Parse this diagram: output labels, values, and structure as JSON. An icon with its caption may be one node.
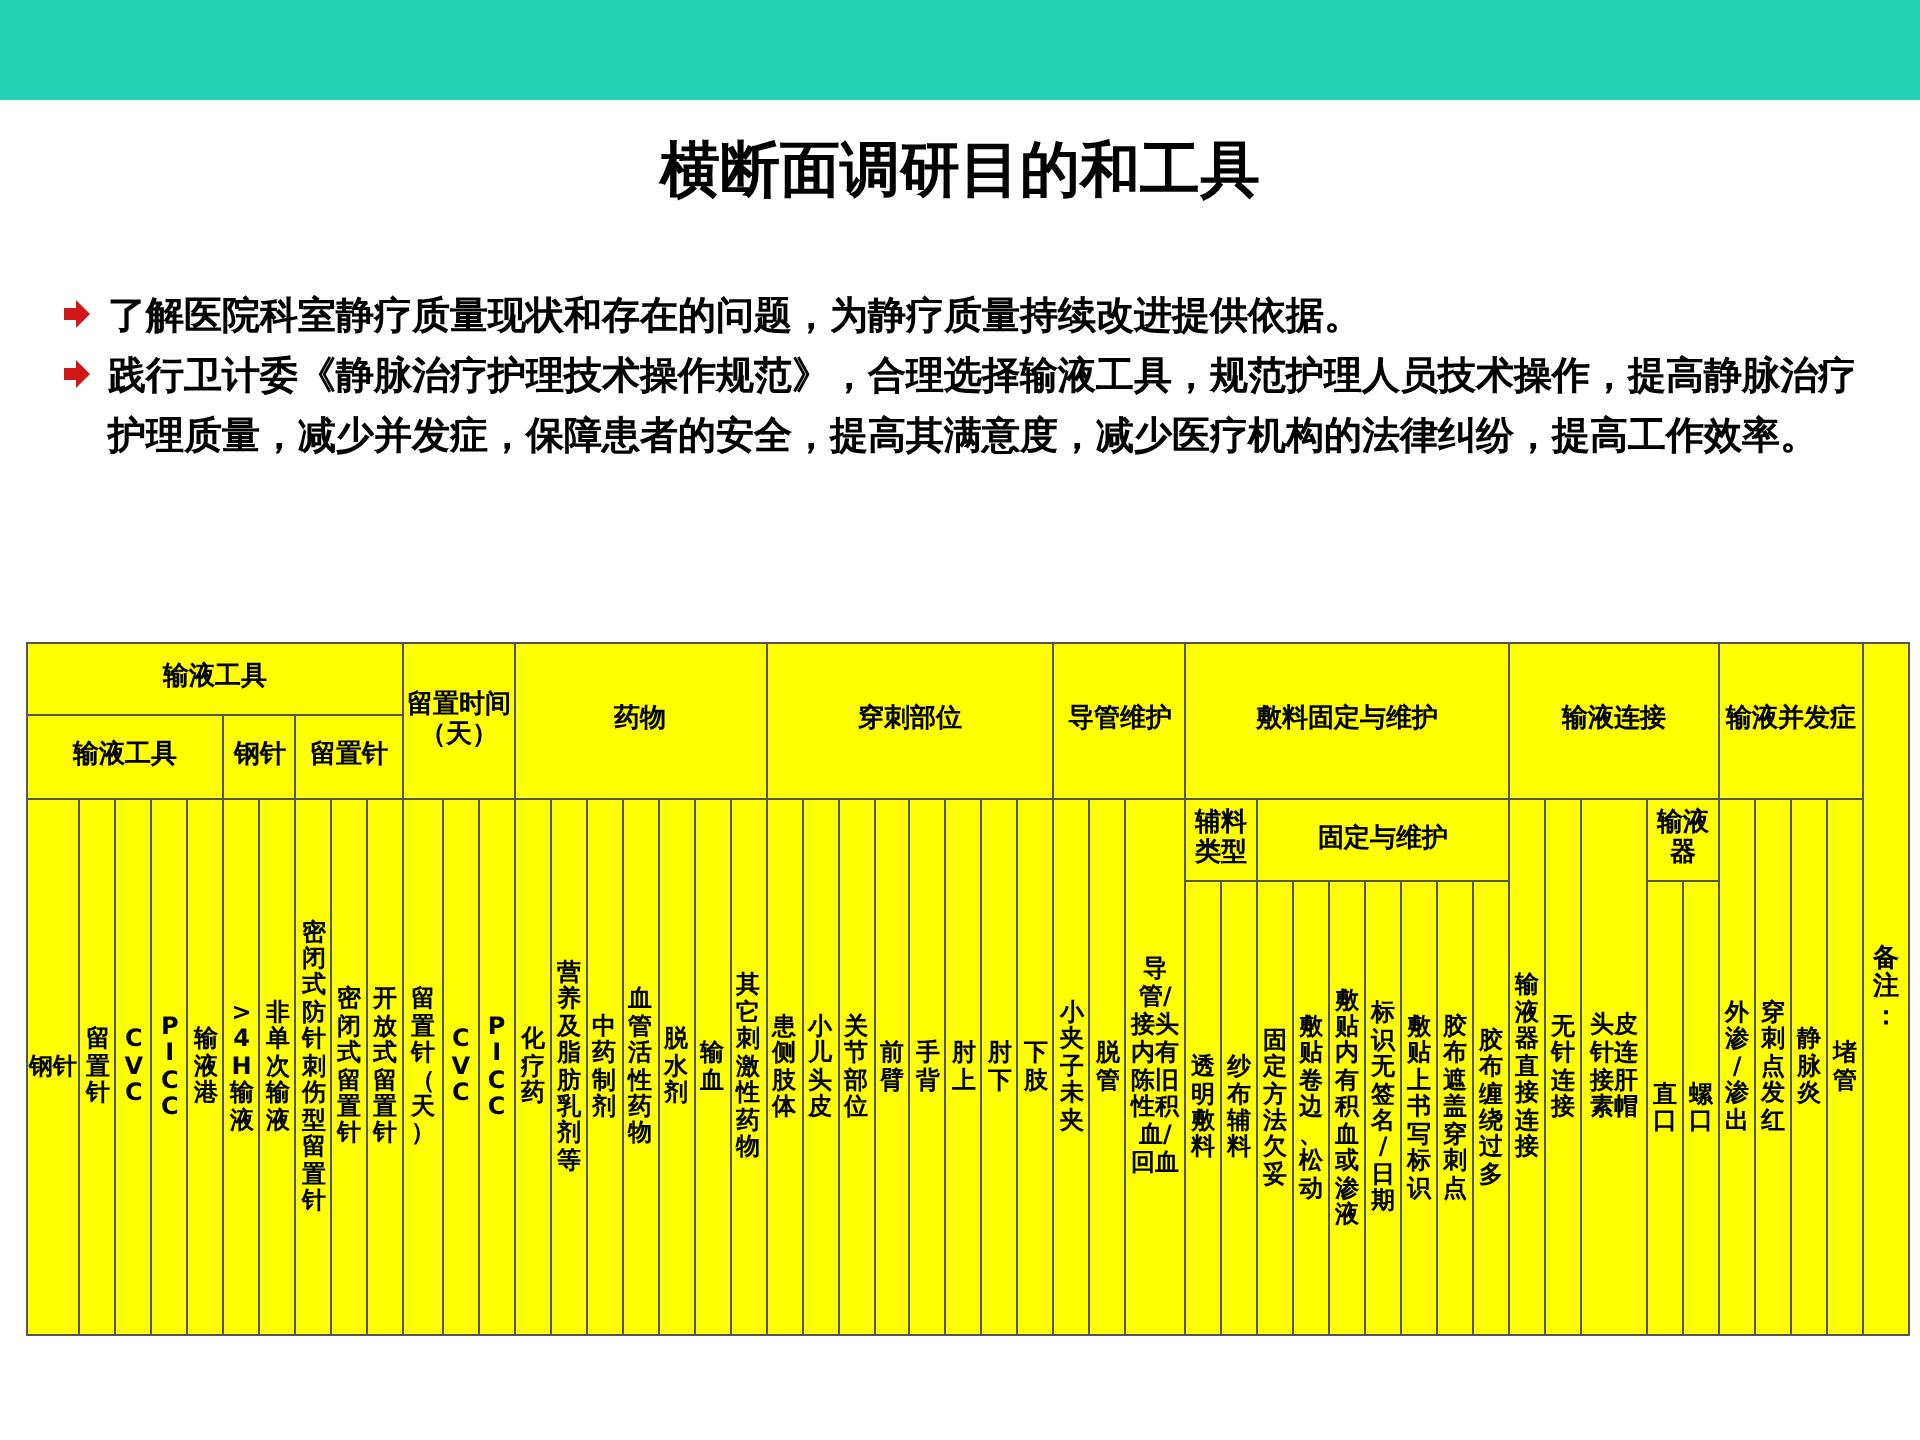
{
  "diagram": {
    "title": "横断面调研目的和工具",
    "labels": [
      "了解医院科室静疗质量现状和存在的问题，为静疗质量持续改进提供依据。",
      "践行卫计委《静脉治疗护理技术操作规范》，合理选择输液工具，规范护理人员技术操作，提高静脉治疗护理质量，减少并发症，保障患者的安全，提高其满意度，减少医疗机构的法律纠纷，提高工作效率。",
      "输液工具",
      "留置时间（天）",
      "药物",
      "穿刺部位",
      "导管维护",
      "敷料固定与维护",
      "输液连接",
      "输液并发症",
      "备注：",
      "输液工具",
      "钢针",
      "留置针",
      "钢针",
      "留置针",
      "CVC",
      "PICC",
      "输液港",
      ">4H输液",
      "非单次输液",
      "密闭式防针刺伤型留置针",
      "密闭式留置针",
      "开放式留置针",
      "留置针（天）",
      "CVC",
      "PICC",
      "化疗药",
      "营养及脂肪乳剂等",
      "中药制剂",
      "血管活性药物",
      "脱水剂",
      "输血",
      "其它刺激性药物",
      "患侧肢体",
      "小儿头皮",
      "关节部位",
      "前臂",
      "手背",
      "肘上",
      "肘下",
      "下肢",
      "小夹子未夹",
      "脱管",
      "导管/接头内有陈旧性积血/回血",
      "辅料类型",
      "固定与维护",
      "输液器直接连接",
      "无针连接",
      "头皮针连接肝素帽",
      "输液器",
      "外渗/渗出",
      "穿刺点发红",
      "静脉炎",
      "堵管",
      "透明敷料",
      "纱布辅料",
      "固定方法欠妥",
      "敷贴卷边、松动",
      "敷贴内有积血或渗液",
      "标识无签名/日期",
      "敷贴上书写标识",
      "胶布遮盖穿刺点",
      "胶布缠绕过多",
      "直口",
      "螺口"
    ]
  }
}
